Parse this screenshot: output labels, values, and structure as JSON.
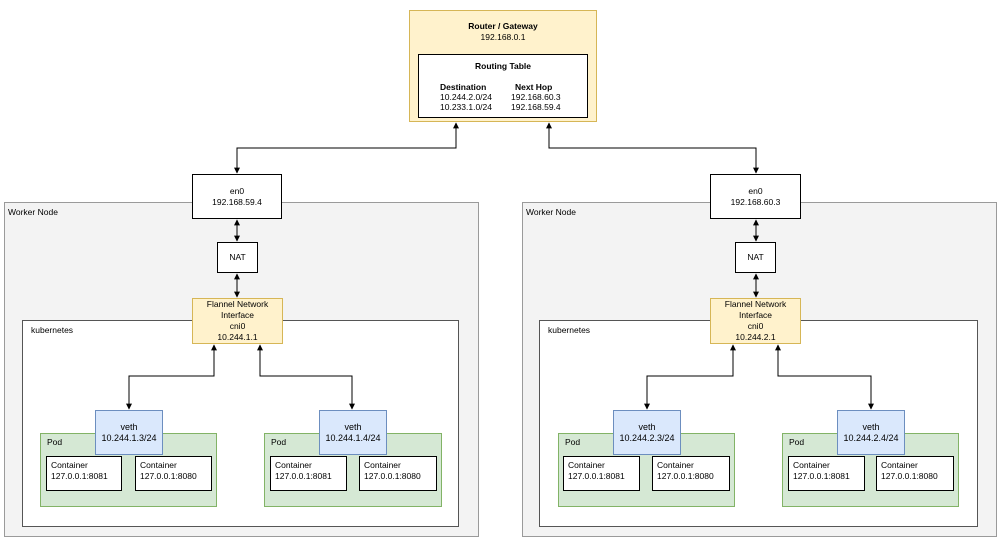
{
  "router": {
    "title": "Router / Gateway",
    "ip": "192.168.0.1",
    "routing_table": {
      "title": "Routing Table",
      "headers": [
        "Destination",
        "Next Hop"
      ],
      "rows": [
        [
          "10.244.2.0/24",
          "192.168.60.3"
        ],
        [
          "10.233.1.0/24",
          "192.168.59.4"
        ]
      ]
    }
  },
  "nodes": [
    {
      "label": "Worker Node",
      "en0": {
        "name": "en0",
        "ip": "192.168.59.4"
      },
      "nat": "NAT",
      "flannel": {
        "line1": "Flannel Network",
        "line2": "Interface",
        "line3": "cni0",
        "line4": "10.244.1.1"
      },
      "kubernetes": "kubernetes",
      "pods": [
        {
          "label": "Pod",
          "veth": {
            "name": "veth",
            "ip": "10.244.1.3/24"
          },
          "containers": [
            {
              "name": "Container",
              "addr": "127.0.0.1:8081"
            },
            {
              "name": "Container",
              "addr": "127.0.0.1:8080"
            }
          ]
        },
        {
          "label": "Pod",
          "veth": {
            "name": "veth",
            "ip": "10.244.1.4/24"
          },
          "containers": [
            {
              "name": "Container",
              "addr": "127.0.0.1:8081"
            },
            {
              "name": "Container",
              "addr": "127.0.0.1:8080"
            }
          ]
        }
      ]
    },
    {
      "label": "Worker Node",
      "en0": {
        "name": "en0",
        "ip": "192.168.60.3"
      },
      "nat": "NAT",
      "flannel": {
        "line1": "Flannel Network",
        "line2": "Interface",
        "line3": "cni0",
        "line4": "10.244.2.1"
      },
      "kubernetes": "kubernetes",
      "pods": [
        {
          "label": "Pod",
          "veth": {
            "name": "veth",
            "ip": "10.244.2.3/24"
          },
          "containers": [
            {
              "name": "Container",
              "addr": "127.0.0.1:8081"
            },
            {
              "name": "Container",
              "addr": "127.0.0.1:8080"
            }
          ]
        },
        {
          "label": "Pod",
          "veth": {
            "name": "veth",
            "ip": "10.244.2.4/24"
          },
          "containers": [
            {
              "name": "Container",
              "addr": "127.0.0.1:8081"
            },
            {
              "name": "Container",
              "addr": "127.0.0.1:8080"
            }
          ]
        }
      ]
    }
  ],
  "colors": {
    "yellow_fill": "#fff2cc",
    "yellow_border": "#d6b656",
    "blue_fill": "#dae8fc",
    "blue_border": "#6c8ebf",
    "green_fill": "#d5e8d4",
    "green_border": "#82b366",
    "worker_fill": "#f3f3f3"
  }
}
